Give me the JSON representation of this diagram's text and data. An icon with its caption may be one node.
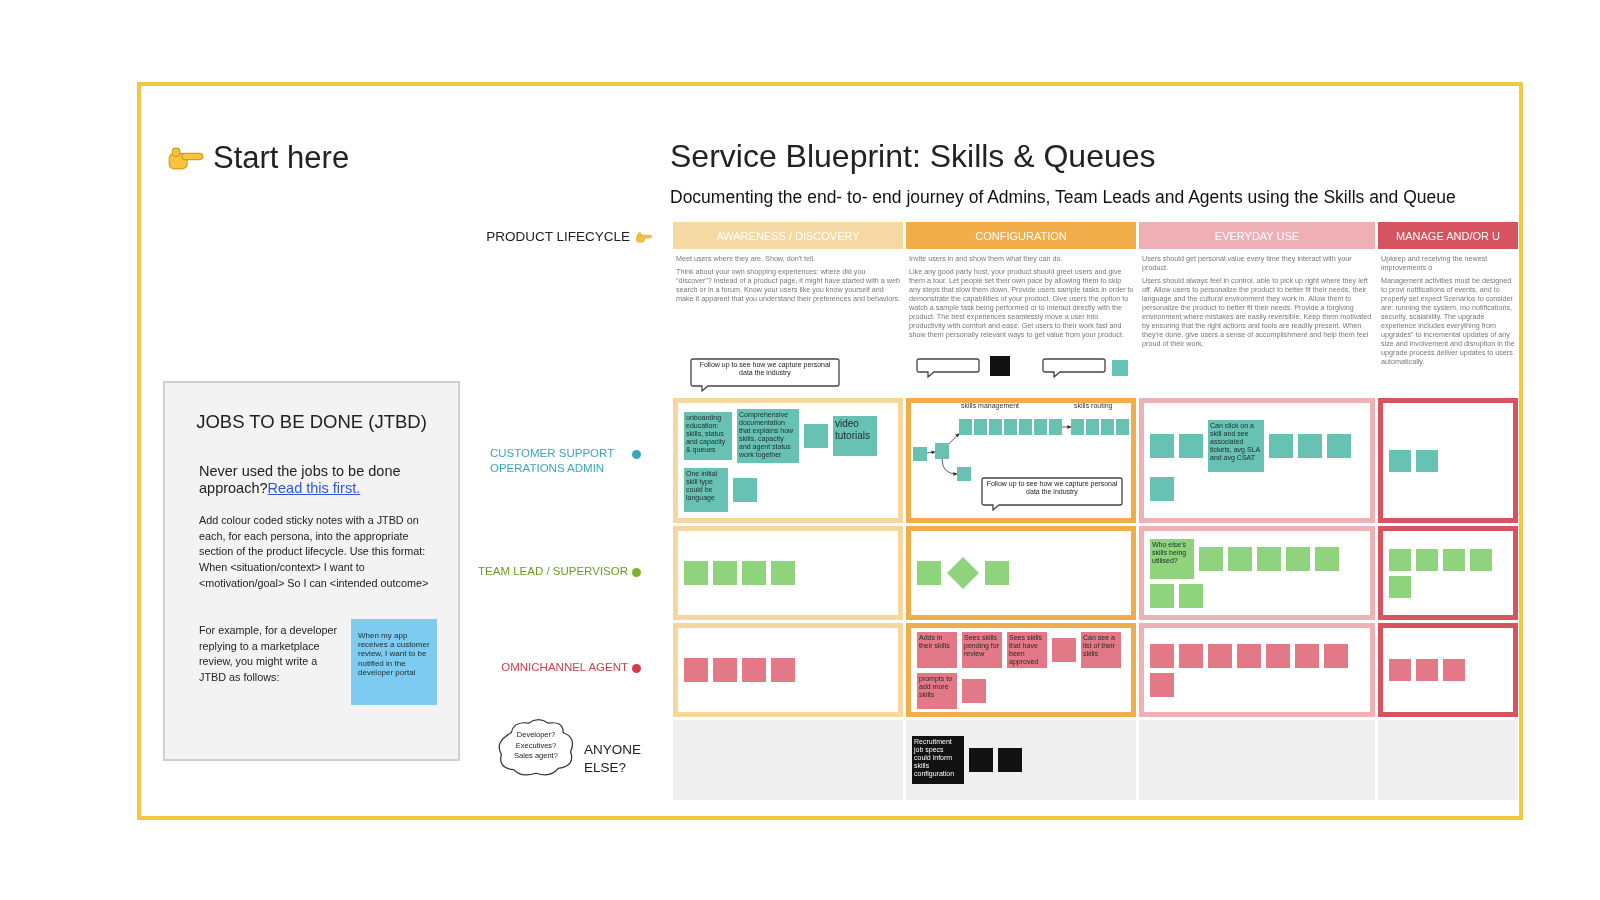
{
  "diagram": {
    "title": "Service Blueprint: Skills & Queues",
    "nodes": [
      {
        "text": [
          "AWARENESS / DISCOVERY"
        ]
      },
      {
        "text": [
          "CONFIGURATION"
        ]
      },
      {
        "text": [
          "EVERYDAY USE"
        ]
      },
      {
        "text": [
          "MANAGE AND/OR U"
        ]
      },
      {
        "text": [
          "JOBS TO BE DONE (JTBD)",
          "Never used the jobs to be done approach?",
          "Read this first.",
          "Add colour coded sticky notes with a JTBD on each, for each persona, into the appropriate section of the product lifecycle. Use this format: When <situation/context> I want to <motivation/goal> So I can <intended outcome>",
          "For example, for a developer replying to a marketplace review, you might write a JTBD as follows:"
        ]
      },
      {
        "text": [
          "When my app receives a customer review, I want to be notified in the developer portal"
        ],
        "in": 4
      },
      {
        "text": [],
        "shape": "box"
      },
      {
        "text": [],
        "shape": "box"
      },
      {
        "text": [],
        "shape": "box"
      },
      {
        "text": [],
        "shape": "box"
      },
      {
        "text": [],
        "shape": "box"
      },
      {
        "text": [],
        "shape": "box"
      },
      {
        "text": [],
        "shape": "box"
      },
      {
        "text": [],
        "shape": "box"
      },
      {
        "text": [],
        "shape": "box"
      },
      {
        "text": [],
        "shape": "box"
      },
      {
        "text": [],
        "shape": "box"
      },
      {
        "text": [],
        "shape": "box"
      },
      {
        "text": [],
        "shape": "box"
      },
      {
        "text": [],
        "shape": "box"
      },
      {
        "text": [],
        "shape": "box"
      },
      {
        "text": [],
        "shape": "box"
      },
      {
        "text": [
          "onboarding education: skills, status and capacity & queues"
        ],
        "in": 6
      },
      {
        "text": [
          "Comprehensive documentation that explains how skills, capacity and agent status work together"
        ],
        "in": 6
      },
      {
        "text": [],
        "shape": "box",
        "in": 6
      },
      {
        "text": [
          "video tutorials"
        ],
        "in": 6
      },
      {
        "text": [
          "One initial skill type could be language"
        ],
        "in": 6
      },
      {
        "text": [],
        "shape": "box",
        "in": 6
      },
      {
        "text": [],
        "shape": "box",
        "in": 7
      },
      {
        "text": [],
        "shape": "box",
        "in": 7
      },
      {
        "text": [],
        "shape": "box",
        "in": 7
      },
      {
        "text": [],
        "shape": "box",
        "in": 7
      },
      {
        "text": [],
        "shape": "box",
        "in": 7
      },
      {
        "text": [],
        "shape": "box",
        "in": 7
      },
      {
        "text": [],
        "shape": "box",
        "in": 7
      },
      {
        "text": [],
        "shape": "box",
        "in": 7
      },
      {
        "text": [],
        "shape": "box",
        "in": 7
      },
      {
        "text": [],
        "shape": "box",
        "in": 7
      },
      {
        "text": [],
        "shape": "box",
        "in": 7
      },
      {
        "text": [],
        "shape": "box",
        "in": 7
      },
      {
        "text": [],
        "shape": "box",
        "in": 7
      },
      {
        "text": [],
        "shape": "box",
        "in": 7
      },
      {
        "text": [
          "Follow up to see how we capture personal data the industry"
        ],
        "in": 7
      },
      {
        "text": [],
        "shape": "box",
        "in": 8
      },
      {
        "text": [],
        "shape": "box",
        "in": 8
      },
      {
        "text": [
          "Can click on a skill and see associated tickets, avg SLA and avg CSAT"
        ],
        "in": 8
      },
      {
        "text": [],
        "shape": "box",
        "in": 8
      },
      {
        "text": [],
        "shape": "box",
        "in": 8
      },
      {
        "text": [],
        "shape": "box",
        "in": 8
      },
      {
        "text": [],
        "shape": "box",
        "in": 8
      },
      {
        "text": [],
        "shape": "box",
        "in": 9
      },
      {
        "text": [],
        "shape": "box",
        "in": 9
      },
      {
        "text": [],
        "shape": "box",
        "in": 10
      },
      {
        "text": [],
        "shape": "box",
        "in": 10
      },
      {
        "text": [],
        "shape": "box",
        "in": 10
      },
      {
        "text": [],
        "shape": "box",
        "in": 10
      },
      {
        "text": [],
        "shape": "box",
        "in": 11
      },
      {
        "text": [],
        "shape": "diamond",
        "in": 11
      },
      {
        "text": [],
        "shape": "box",
        "in": 11
      },
      {
        "text": [
          "Who else's skills being utilised?"
        ],
        "in": 12
      },
      {
        "text": [],
        "shape": "box",
        "in": 12
      },
      {
        "text": [],
        "shape": "box",
        "in": 12
      },
      {
        "text": [],
        "shape": "box",
        "in": 12
      },
      {
        "text": [],
        "shape": "box",
        "in": 12
      },
      {
        "text": [],
        "shape": "box",
        "in": 12
      },
      {
        "text": [],
        "shape": "box",
        "in": 12
      },
      {
        "text": [],
        "shape": "box",
        "in": 12
      },
      {
        "text": [],
        "shape": "box",
        "in": 13
      },
      {
        "text": [],
        "shape": "box",
        "in": 13
      },
      {
        "text": [],
        "shape": "box",
        "in": 13
      },
      {
        "text": [],
        "shape": "box",
        "in": 13
      },
      {
        "text": [],
        "shape": "box",
        "in": 13
      },
      {
        "text": [],
        "shape": "box",
        "in": 14
      },
      {
        "text": [],
        "shape": "box",
        "in": 14
      },
      {
        "text": [],
        "shape": "box",
        "in": 14
      },
      {
        "text": [],
        "shape": "box",
        "in": 14
      },
      {
        "text": [
          "Adds in their skills"
        ],
        "in": 15
      },
      {
        "text": [
          "Sees skills pending for review"
        ],
        "in": 15
      },
      {
        "text": [
          "Sees skills that have been approved"
        ],
        "in": 15
      },
      {
        "text": [],
        "shape": "box",
        "in": 15
      },
      {
        "text": [
          "Can see a list of their skills"
        ],
        "in": 15
      },
      {
        "text": [
          "prompts to add more skills"
        ],
        "in": 15
      },
      {
        "text": [],
        "shape": "box",
        "in": 15
      },
      {
        "text": [],
        "shape": "box",
        "in": 16
      },
      {
        "text": [],
        "shape": "box",
        "in": 16
      },
      {
        "text": [],
        "shape": "box",
        "in": 16
      },
      {
        "text": [],
        "shape": "box",
        "in": 16
      },
      {
        "text": [],
        "shape": "box",
        "in": 16
      },
      {
        "text": [],
        "shape": "box",
        "in": 16
      },
      {
        "text": [],
        "shape": "box",
        "in": 16
      },
      {
        "text": [],
        "shape": "box",
        "in": 16
      },
      {
        "text": [],
        "shape": "box",
        "in": 17
      },
      {
        "text": [],
        "shape": "box",
        "in": 17
      },
      {
        "text": [],
        "shape": "box",
        "in": 17
      },
      {
        "text": [
          "Recruitment job specs could inform skills configuration"
        ],
        "in": 19
      },
      {
        "text": [],
        "shape": "box",
        "in": 19
      },
      {
        "text": [],
        "shape": "box",
        "in": 19
      },
      {
        "text": [
          "Follow up to see how we capture personal data the industry"
        ]
      },
      {
        "text": [],
        "shape": "callout"
      },
      {
        "text": [],
        "shape": "box"
      },
      {
        "text": [],
        "shape": "callout"
      },
      {
        "text": [],
        "shape": "box"
      },
      {
        "text": [
          "Developer? Executives? Sales agent?"
        ]
      }
    ],
    "edges": [
      {
        "from": 28,
        "to": 29,
        "arrow": "to"
      },
      {
        "from": 29,
        "to": 30,
        "arrow": "to"
      },
      {
        "from": 29,
        "to": 37,
        "arrow": "to"
      },
      {
        "from": 36,
        "to": 38,
        "arrow": "to"
      }
    ],
    "labels": [
      "Start here",
      "Documenting the end- to- end journey of Admins, Team Leads and Agents using the Skills and Queue",
      "PRODUCT LIFECYCLE",
      "Meet users where they are. Show, don't tell.",
      "Think about your own shopping experiences: where did you \"discover\"? Instead of a product page, it might have started with a web search or in a forum. Know your users like you know yourself and make it apparent that you understand their preferences and behaviors.",
      "Invite users in and show them what they can do.",
      "Like any good party host, your product should greet users and give them a tour. Let people set their own pace by allowing them to skip any steps that slow them down. Provide users sample tasks in order to demonstrate the capabilities of your product. Give users the option to watch a sample task being performed or to interact directly with the product. The best experiences seamlessly move a user into productivity with comfort and ease. Get users to their work fast and show them personally relevant ways to get value from your product.",
      "Users should get personal value every time they interact with your product.",
      "Users should always feel in control, able to pick up right where they left off. Allow users to personalize the product to better fit their needs, their language and the cultural environment they work in. Allow them to personalize the product to better fit their needs. Provide a forgiving environment where mistakes are easily reversible. Keep them motivated by ensuring that the right actions and tools are readily present. When they're done, give users a sense of accomplishment and help them feel proud of their work.",
      "Upkeep and receiving the newest improvements o",
      "Management activities must be designed to provi notifications of events, and to properly set expect Scenarios to consider are: running the system, mo notifications, security, scalability. The upgrade experience includes everything from upgrades\" to incremental updates of any size and involvement and disruption in the upgrade process deliver updates to users automatically.",
      "CUSTOMER SUPPORT OPERATIONS ADMIN",
      "TEAM LEAD / SUPERVISOR",
      "OMNICHANNEL AGENT",
      "skills management",
      "skills routing",
      "ANYONE ELSE?"
    ]
  }
}
